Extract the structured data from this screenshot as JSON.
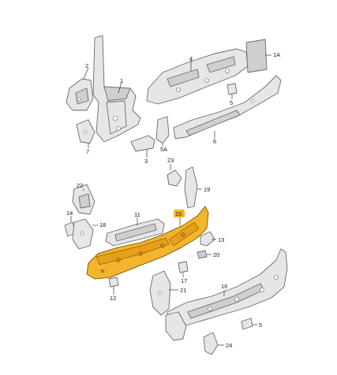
{
  "highlight_color": "#f3b52b",
  "part_color": "#e6e6e6",
  "callouts": {
    "c1": "1",
    "c1a": "1A",
    "c2": "2",
    "c3": "3",
    "c4": "4",
    "c5": "5",
    "c5a": "5A",
    "c5_lower": "5",
    "c6": "6",
    "c7": "7",
    "c11": "11",
    "c12": "12",
    "c13": "13",
    "c14": "14",
    "c15": "15",
    "c16": "16",
    "c17": "17",
    "c18": "18",
    "c19": "19",
    "c20": "20",
    "c21": "21",
    "c22": "22",
    "c23": "23",
    "c24": "24"
  }
}
